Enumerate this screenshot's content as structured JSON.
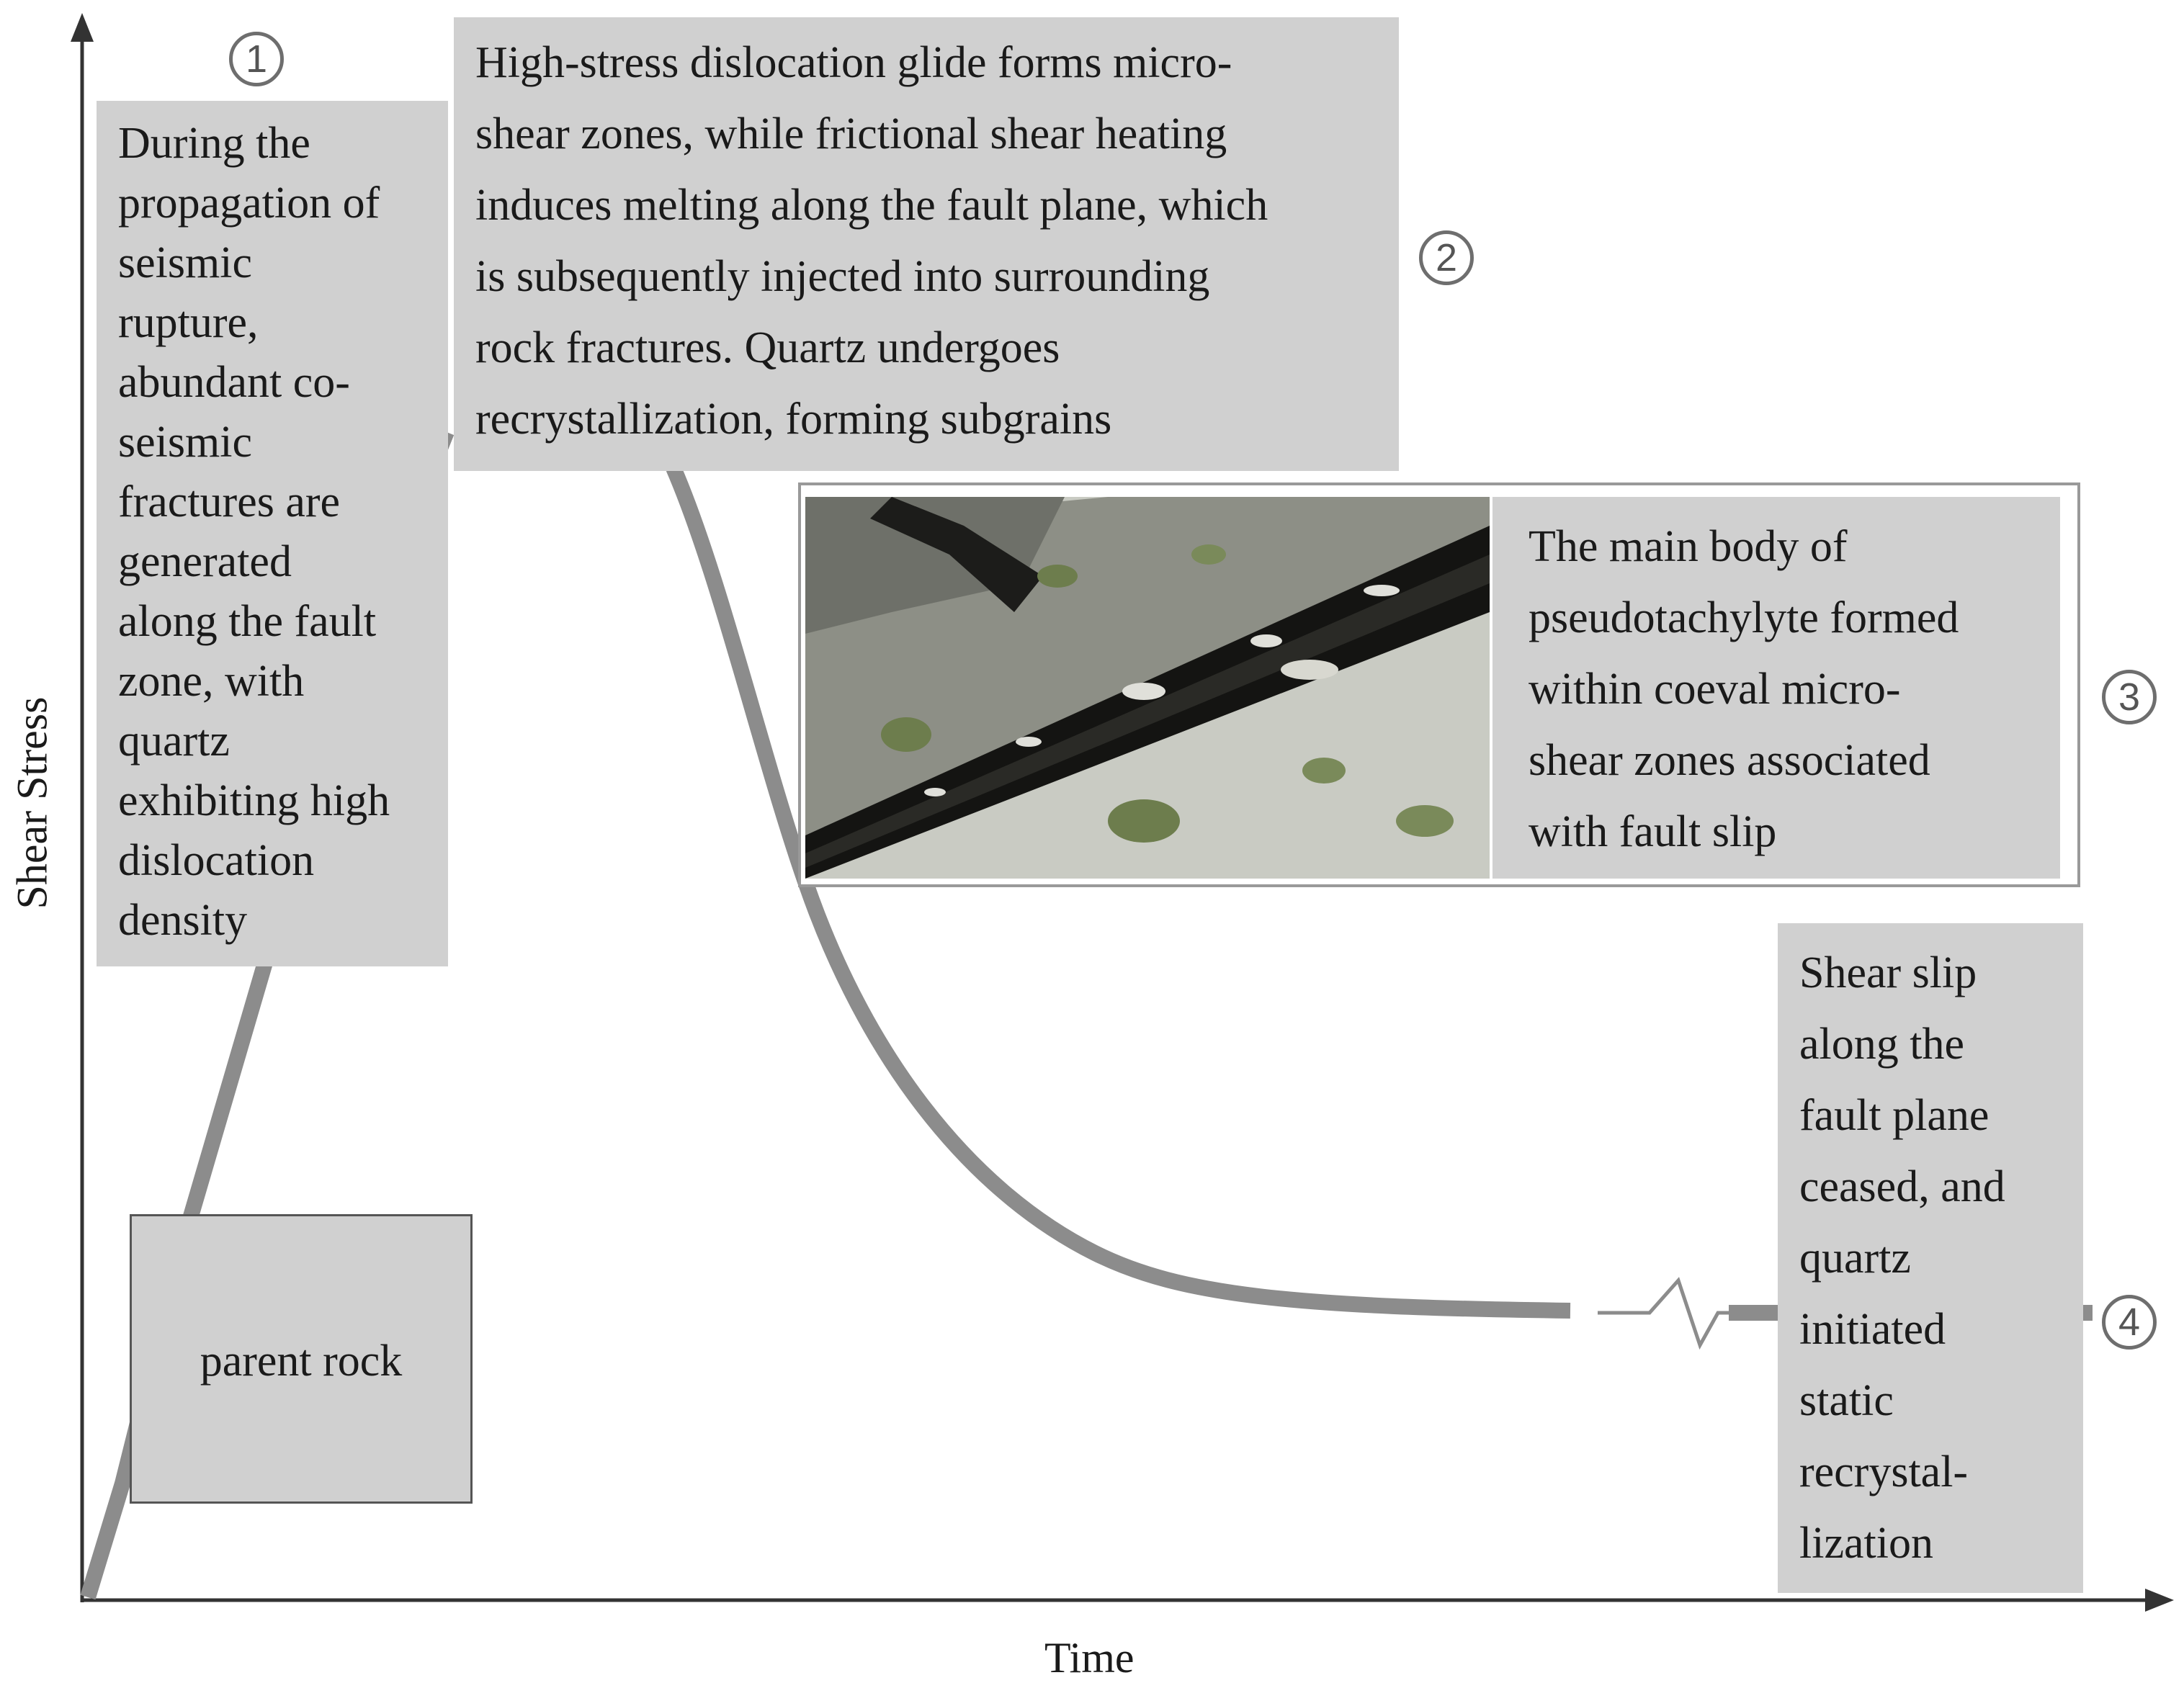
{
  "axes": {
    "x_label": "Time",
    "y_label": "Shear Stress"
  },
  "markers": [
    "1",
    "2",
    "3",
    "4"
  ],
  "boxes": {
    "stage1": [
      "During the",
      "propagation of",
      "seismic",
      "rupture,",
      "abundant co-",
      "seismic",
      "fractures are",
      "generated",
      "along the fault",
      "zone, with",
      "quartz",
      "exhibiting high",
      "dislocation",
      "density"
    ],
    "stage2": [
      "High-stress dislocation glide forms micro-",
      "shear zones, while frictional shear heating",
      "induces melting along the fault plane, which",
      "is subsequently injected into surrounding",
      "rock fractures. Quartz undergoes",
      "recrystallization, forming subgrains"
    ],
    "stage3": [
      "The main body of",
      "pseudotachylyte formed",
      "within coeval micro-",
      "shear zones associated",
      "with fault slip"
    ],
    "stage4": [
      "Shear slip",
      "along the",
      "fault plane",
      "ceased, and",
      "quartz",
      "initiated",
      "static",
      "recrystal-",
      "lization"
    ],
    "parent": "parent rock"
  },
  "colors": {
    "curve": "#8c8c8c",
    "box_fill": "#d0d0d0",
    "axis": "#333333",
    "marker_stroke": "#6e6e6e"
  },
  "icons": {
    "photo": "pseudotachylyte-photo",
    "break": "axis-break-icon"
  }
}
